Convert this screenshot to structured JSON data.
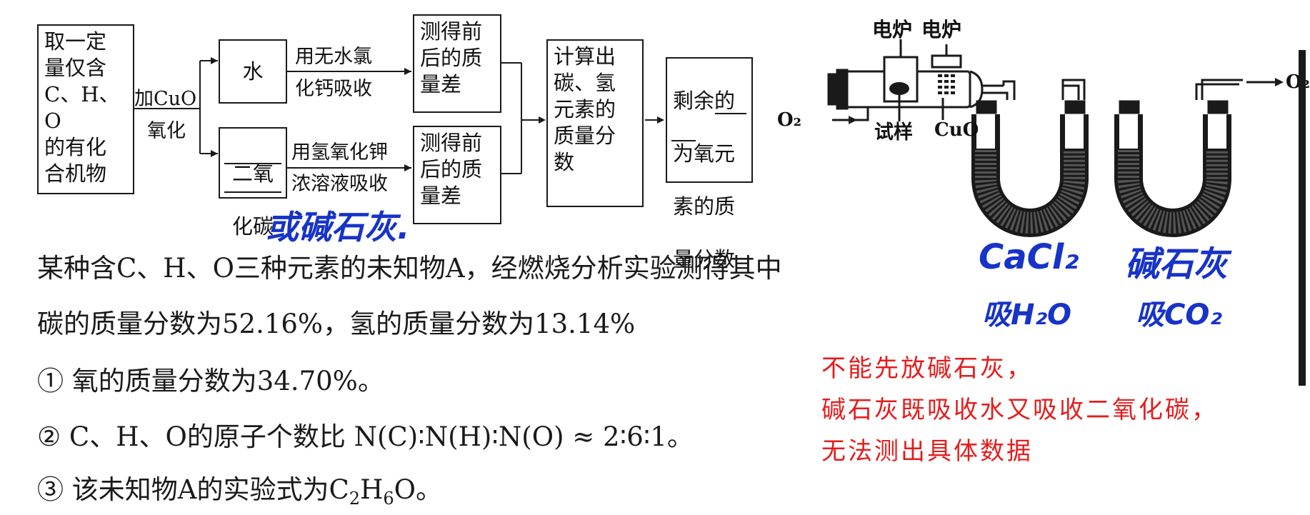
{
  "flowchart": {
    "start": "取一定\n量仅含\nC、H、O\n的有化\n合机物",
    "oxidize_top": "加CuO",
    "oxidize_bottom": "氧化",
    "water": "水",
    "co2_line1": "二氧",
    "co2_line2": "化碳",
    "absorb_water_1": "用无水氯",
    "absorb_water_2": "化钙吸收",
    "absorb_co2_1": "用氢氧化钾",
    "absorb_co2_2": "浓溶液吸收",
    "measure": "测得前\n后的质\n量差",
    "calc": "计算出\n碳、氢\n元素的\n质量分\n数",
    "remain_1": "剩余的",
    "remain_2": "为氧元",
    "remain_3": "素的质",
    "remain_4": "量分数"
  },
  "apparatus": {
    "furnace_1": "电炉",
    "furnace_2": "电炉",
    "oxygen_in": "O₂",
    "oxygen_out": "O₂",
    "sample": "试样",
    "cuo": "CuO"
  },
  "handwriting": {
    "or_soda_lime": "或碱石灰.",
    "cacl2": "CaCl₂",
    "absorb_h2o": "吸H₂O",
    "soda_lime": "碱石灰",
    "absorb_co2": "吸CO₂",
    "note_1": "不能先放碱石灰，",
    "note_2": "碱石灰既吸收水又吸收二氧化碳，",
    "note_3": "无法测出具体数据"
  },
  "problem": {
    "line1": "某种含C、H、O三种元素的未知物A，经燃烧分析实验测得其中",
    "line2": "碳的质量分数为52.16%，氢的质量分数为13.14%",
    "item1": "① 氧的质量分数为34.70%。",
    "item2": "② C、H、O的原子个数比 N(C)∶N(H)∶N(O) ≈ 2∶6∶1。",
    "item3_prefix": "③ 该未知物A的实验式为C",
    "item3_sub1": "2",
    "item3_mid": "H",
    "item3_sub2": "6",
    "item3_suffix": "O。"
  }
}
